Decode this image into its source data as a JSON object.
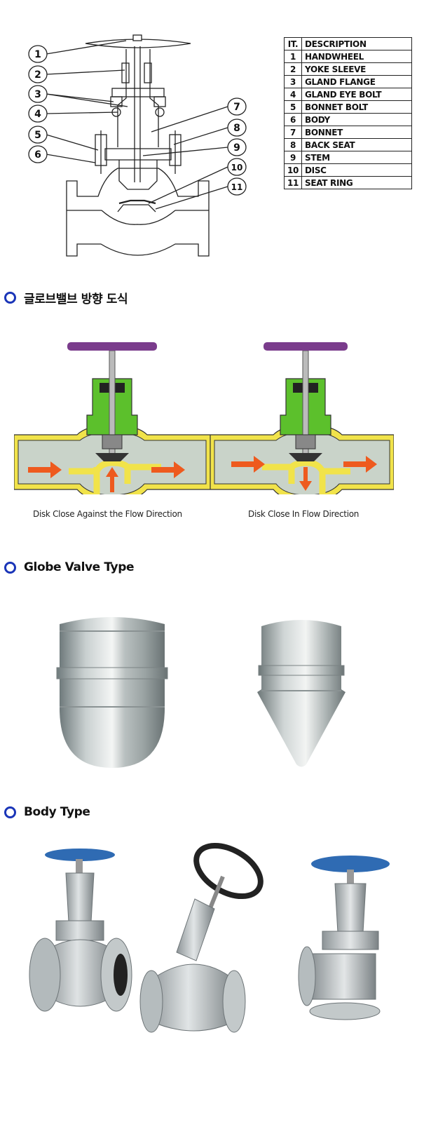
{
  "parts_table": {
    "header": {
      "item": "IT.",
      "description": "DESCRIPTION"
    },
    "rows": [
      {
        "item": "1",
        "description": "HANDWHEEL"
      },
      {
        "item": "2",
        "description": "YOKE SLEEVE"
      },
      {
        "item": "3",
        "description": "GLAND FLANGE"
      },
      {
        "item": "4",
        "description": "GLAND EYE BOLT"
      },
      {
        "item": "5",
        "description": "BONNET BOLT"
      },
      {
        "item": "6",
        "description": "BODY"
      },
      {
        "item": "7",
        "description": "BONNET"
      },
      {
        "item": "8",
        "description": "BACK SEAT"
      },
      {
        "item": "9",
        "description": "STEM"
      },
      {
        "item": "10",
        "description": "DISC"
      },
      {
        "item": "11",
        "description": "SEAT RING"
      }
    ]
  },
  "callouts": [
    "1",
    "2",
    "3",
    "4",
    "5",
    "6",
    "7",
    "8",
    "9",
    "10",
    "11"
  ],
  "sections": {
    "flow_direction": "글로브밸브 방향 도식",
    "globe_valve_type": "Globe Valve Type",
    "body_type": "Body Type"
  },
  "flow_diagrams": {
    "left_caption": "Disk Close Against the Flow Direction",
    "right_caption": "Disk Close In Flow Direction"
  },
  "colors": {
    "accent_ring": "#1a35b8",
    "handwheel_purple": "#7a3c8c",
    "bonnet_green": "#5cc02c",
    "body_yellow": "#f1e34a",
    "flow_arrow": "#ee5a1e",
    "wheel_blue": "#2f6bb3"
  },
  "icons": [
    "section-bullet-ring-icon"
  ]
}
